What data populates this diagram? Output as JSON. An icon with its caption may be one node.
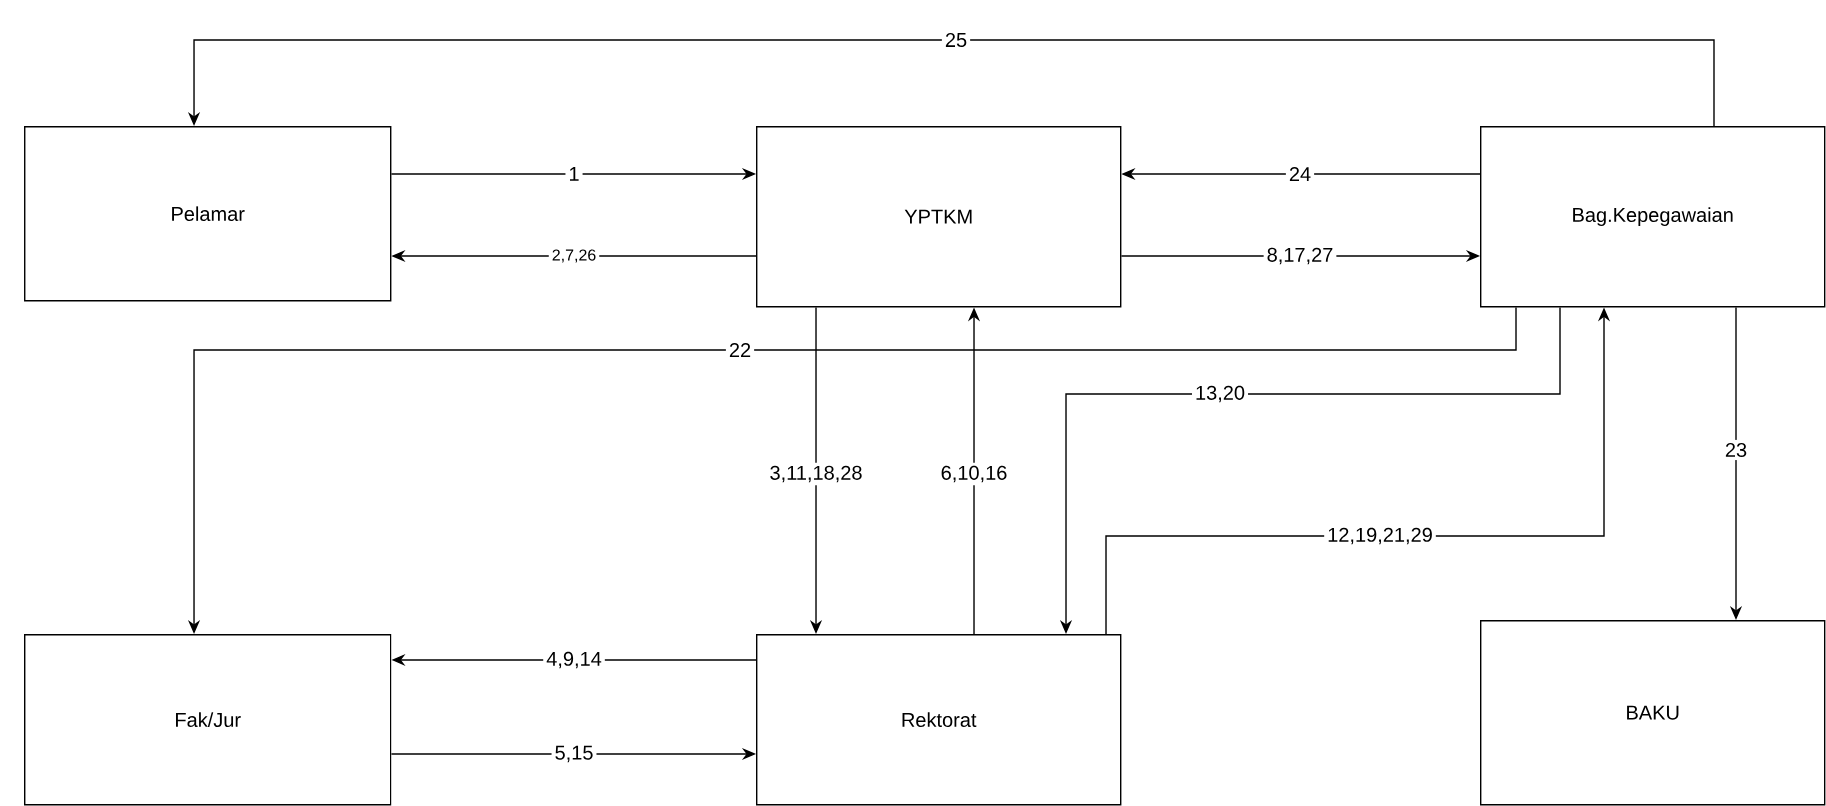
{
  "diagram": {
    "nodes": [
      {
        "text": [
          "Pelamar"
        ]
      },
      {
        "text": [
          "YPTKM"
        ]
      },
      {
        "text": [
          "Bag.Kepegawaian"
        ]
      },
      {
        "text": [
          "Fak/Jur"
        ]
      },
      {
        "text": [
          "Rektorat"
        ]
      },
      {
        "text": [
          "BAKU"
        ]
      }
    ],
    "edges": [
      {
        "from": 0,
        "to": 1,
        "arrow": "to",
        "label": "1"
      },
      {
        "from": 1,
        "to": 0,
        "arrow": "to",
        "label": "2,7,26"
      },
      {
        "from": 1,
        "to": 2,
        "arrow": "to",
        "label": "8,17,27"
      },
      {
        "from": 2,
        "to": 1,
        "arrow": "to",
        "label": "24"
      },
      {
        "from": 2,
        "to": 0,
        "arrow": "to",
        "label": "25"
      },
      {
        "from": 2,
        "to": 3,
        "arrow": "to",
        "label": "22"
      },
      {
        "from": 1,
        "to": 4,
        "arrow": "to",
        "label": "3,11,18,28"
      },
      {
        "from": 4,
        "to": 1,
        "arrow": "to",
        "label": "6,10,16"
      },
      {
        "from": 2,
        "to": 4,
        "arrow": "to",
        "label": "13,20"
      },
      {
        "from": 4,
        "to": 2,
        "arrow": "to",
        "label": "12,19,21,29"
      },
      {
        "from": 2,
        "to": 5,
        "arrow": "to",
        "label": "23"
      },
      {
        "from": 4,
        "to": 3,
        "arrow": "to",
        "label": "4,9,14"
      },
      {
        "from": 3,
        "to": 4,
        "arrow": "to",
        "label": "5,15"
      }
    ]
  }
}
